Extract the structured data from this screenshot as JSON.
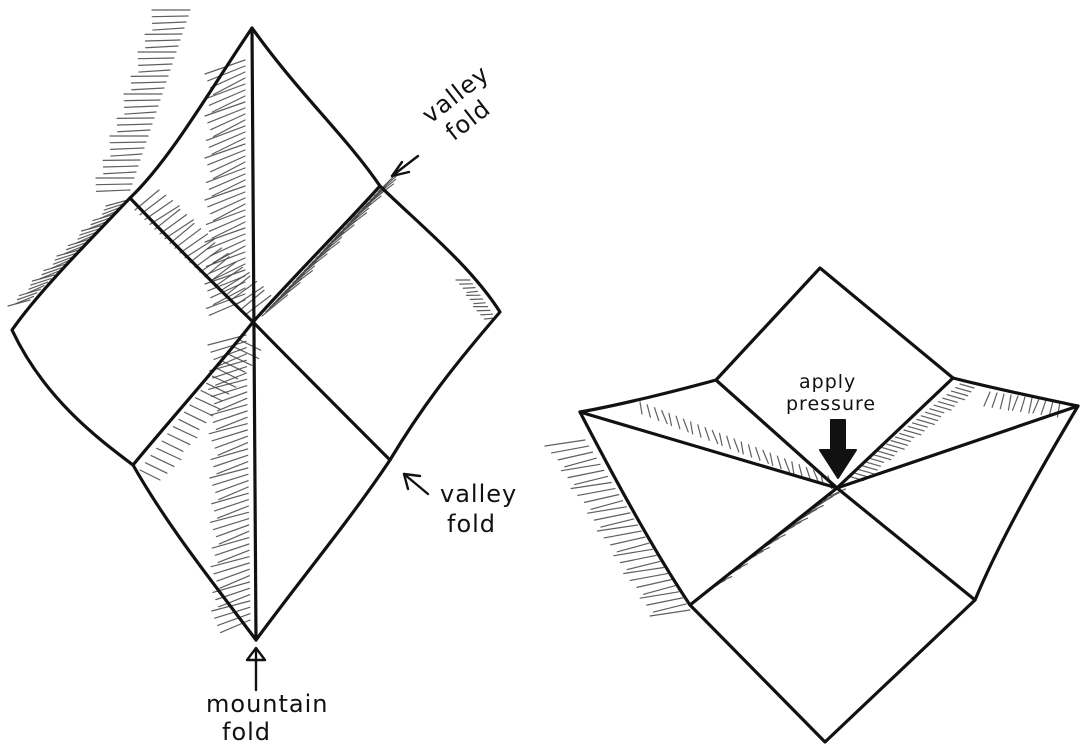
{
  "labels": {
    "valley_fold_top_line1": "valley",
    "valley_fold_top_line2": "fold",
    "valley_fold_right_line1": "valley",
    "valley_fold_right_line2": "fold",
    "mountain_fold_line1": "mountain",
    "mountain_fold_line2": "fold",
    "apply_pressure_line1": "apply",
    "apply_pressure_line2": "pressure"
  },
  "colors": {
    "ink": "#111111",
    "hatch": "#444444",
    "background": "#ffffff"
  }
}
